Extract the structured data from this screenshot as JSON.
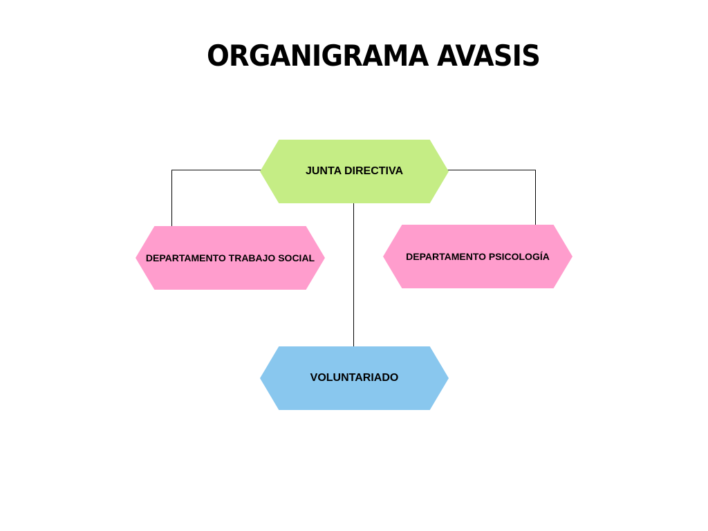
{
  "diagram": {
    "title": "ORGANIGRAMA AVASIS",
    "nodes": {
      "top": {
        "label": "JUNTA DIRECTIVA",
        "color": "#c5ed85"
      },
      "left": {
        "label": "DEPARTAMENTO TRABAJO SOCIAL",
        "color": "#ff9dcd"
      },
      "right": {
        "label": "DEPARTAMENTO PSICOLOGÍA",
        "color": "#ff9dcd"
      },
      "bottom": {
        "label": "VOLUNTARIADO",
        "color": "#89c7ee"
      }
    },
    "line_color": "#000000"
  }
}
